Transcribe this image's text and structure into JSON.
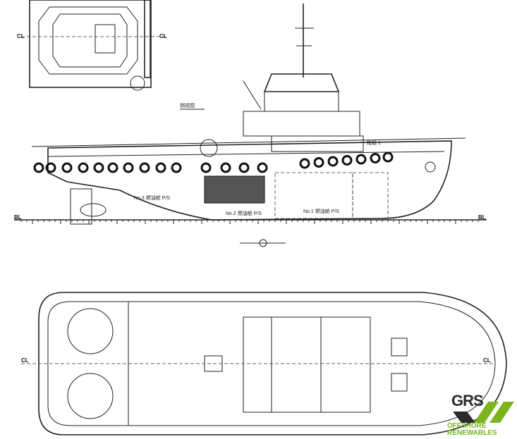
{
  "drawing": {
    "side_view_title": "侧视图",
    "centerline_label": "CL",
    "baseline_label": "BL",
    "tank_labels": [
      "No.3 燃油舱 P/S",
      "No.2 燃油舱 P/S",
      "No.1 燃油舱 P/S"
    ],
    "vessel_name_plate": "拖船 1"
  },
  "logo": {
    "brand": "GRS",
    "tagline": "OFFSHORE RENEWABLES",
    "colors": {
      "dark": "#2b2b2b",
      "green": "#7ab51d"
    }
  }
}
